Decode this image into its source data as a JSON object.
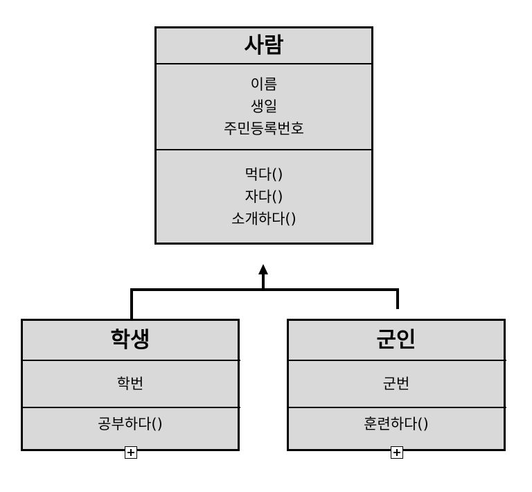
{
  "classes": {
    "person": {
      "name": "사람",
      "attributes": [
        "이름",
        "생일",
        "주민등록번호"
      ],
      "methods": [
        "먹다()",
        "자다()",
        "소개하다()"
      ]
    },
    "student": {
      "name": "학생",
      "attributes": [
        "학번"
      ],
      "methods": [
        "공부하다()"
      ]
    },
    "soldier": {
      "name": "군인",
      "attributes": [
        "군번"
      ],
      "methods": [
        "훈련하다()"
      ]
    }
  },
  "colors": {
    "box_fill": "#d9d9d9",
    "stroke": "#000000",
    "background": "#ffffff"
  }
}
